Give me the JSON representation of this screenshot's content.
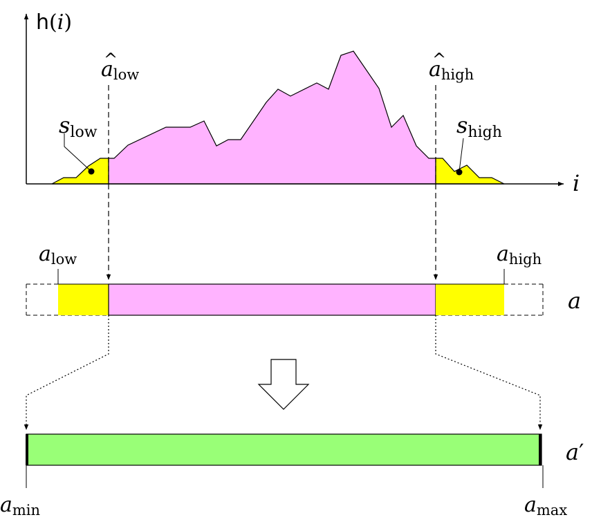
{
  "labels": {
    "y_axis_func": "h",
    "y_axis_paren_open": "(",
    "y_axis_var": "i",
    "y_axis_paren_close": ")",
    "x_axis": "i",
    "a_hat_low_base": "a",
    "a_hat_low_hat": "^",
    "a_hat_low_sub": "low",
    "a_hat_high_base": "a",
    "a_hat_high_hat": "^",
    "a_hat_high_sub": "high",
    "s_low_base": "s",
    "s_low_sub": "low",
    "s_high_base": "s",
    "s_high_sub": "high",
    "a_low_base": "a",
    "a_low_sub": "low",
    "a_high_base": "a",
    "a_high_sub": "high",
    "a_bar": "a",
    "a_prime_base": "a",
    "a_prime_mark": "′",
    "a_min_base": "a",
    "a_min_sub": "min",
    "a_max_base": "a",
    "a_max_sub": "max"
  },
  "colors": {
    "histogram_fill": "#ffb3ff",
    "saturated_fill": "#ffff00",
    "result_fill": "#99ff77",
    "stroke": "#000000"
  }
}
